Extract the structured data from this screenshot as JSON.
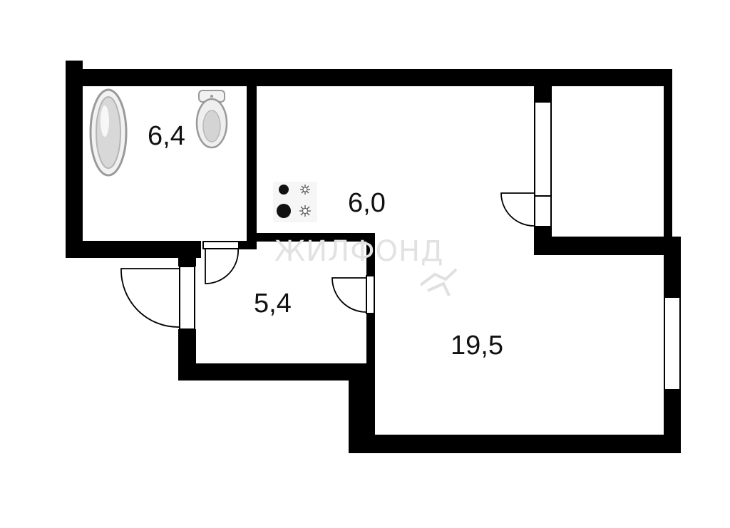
{
  "rooms": [
    {
      "id": "bathroom",
      "area": "6,4"
    },
    {
      "id": "kitchen",
      "area": "6,0"
    },
    {
      "id": "hallway",
      "area": "5,4"
    },
    {
      "id": "living-room",
      "area": "19,5"
    }
  ],
  "watermark": "ЖИЛФОНД",
  "colors": {
    "wall": "#000000",
    "background": "#ffffff",
    "window": "#ffffff"
  }
}
